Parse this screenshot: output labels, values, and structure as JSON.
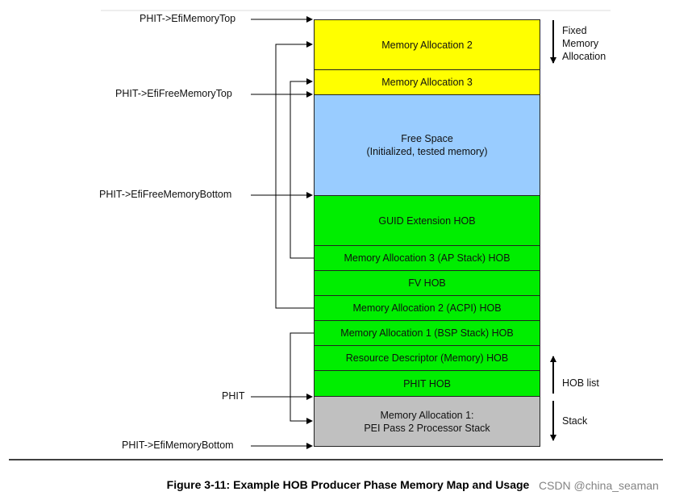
{
  "blocks": [
    {
      "label": "Memory Allocation 2",
      "color": "#ffff00"
    },
    {
      "label": "Memory Allocation 3",
      "color": "#ffff00"
    },
    {
      "label": "Free Space\n(Initialized, tested memory)",
      "color": "#99ccff"
    },
    {
      "label": "GUID Extension HOB",
      "color": "#00ee00"
    },
    {
      "label": "Memory Allocation 3 (AP Stack) HOB",
      "color": "#00ee00"
    },
    {
      "label": "FV HOB",
      "color": "#00ee00"
    },
    {
      "label": "Memory Allocation 2 (ACPI) HOB",
      "color": "#00ee00"
    },
    {
      "label": "Memory Allocation 1 (BSP Stack) HOB",
      "color": "#00ee00"
    },
    {
      "label": "Resource Descriptor (Memory) HOB",
      "color": "#00ee00"
    },
    {
      "label": "PHIT HOB",
      "color": "#00ee00"
    },
    {
      "label": "Memory Allocation 1:\nPEI Pass 2 Processor Stack",
      "color": "#c0c0c0"
    }
  ],
  "pointers": {
    "memory_top": "PHIT->EfiMemoryTop",
    "free_memory_top": "PHIT->EfiFreeMemoryTop",
    "free_memory_bottom": "PHIT->EfiFreeMemoryBottom",
    "phit": "PHIT",
    "memory_bottom": "PHIT->EfiMemoryBottom"
  },
  "right_labels": {
    "fixed": "Fixed\nMemory\nAllocation",
    "hob_list": "HOB list",
    "stack": "Stack"
  },
  "caption": "Figure 3-11: Example HOB Producer Phase Memory Map and Usage",
  "watermark": "CSDN @china_seaman"
}
